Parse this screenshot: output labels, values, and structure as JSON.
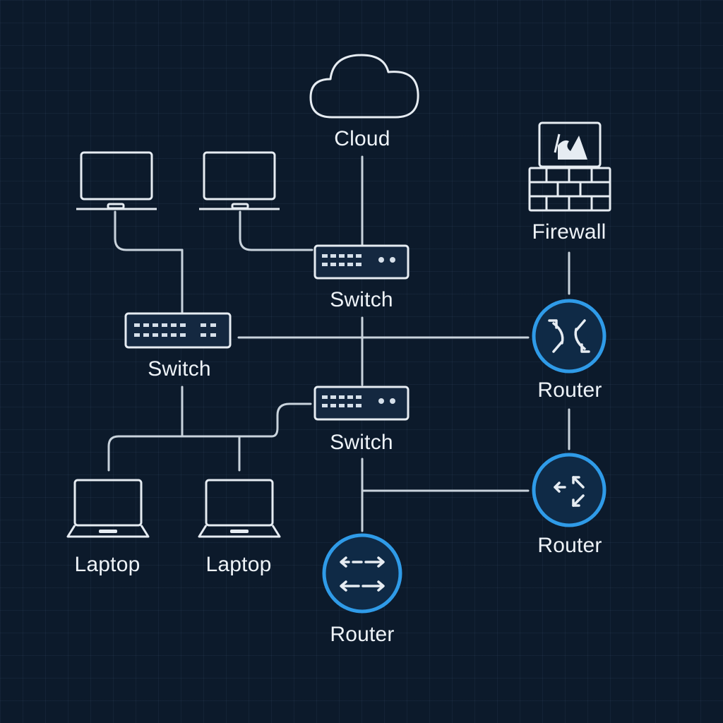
{
  "nodes": {
    "cloud": "Cloud",
    "firewall": "Firewall",
    "switch_top": "Switch",
    "switch_left": "Switch",
    "switch_mid": "Switch",
    "router_right_top": "Router",
    "router_right_bottom": "Router",
    "router_bottom": "Router",
    "laptop_bottom_left": "Laptop",
    "laptop_bottom_right": "Laptop"
  },
  "colors": {
    "background": "#0c1a2b",
    "line": "#c9d3dc",
    "router_ring": "#2f9be8",
    "router_fill": "#0f2a46",
    "switch_fill": "#142840",
    "text": "#eef3f8"
  },
  "icons": {
    "cloud": "cloud-icon",
    "firewall": "firewall-icon",
    "switch": "network-switch-icon",
    "router": "router-icon",
    "laptop": "laptop-icon"
  }
}
